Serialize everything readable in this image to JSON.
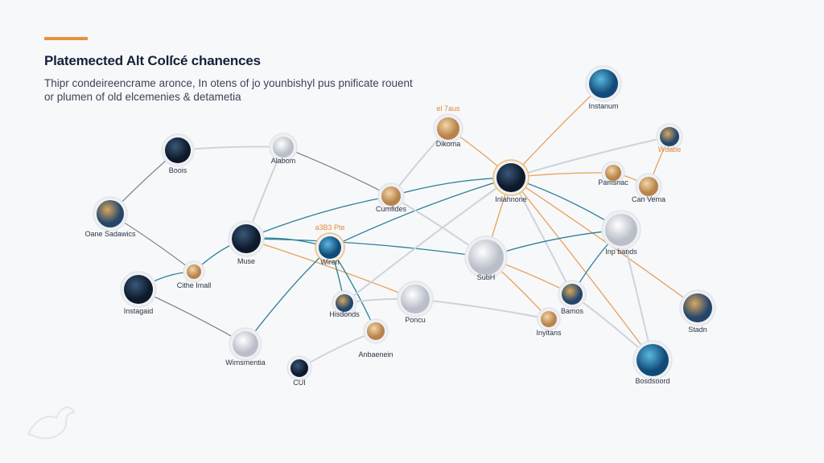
{
  "header": {
    "title": "Platemected Alt Colſcé chanences",
    "subtitle": "Thipr condeireencrame aronce, In otens of jo younbishyl pus pnificate rouent or plumen of old elcemenies & detametia"
  },
  "colors": {
    "accent": "#e8913f",
    "teal": "#2a7f96",
    "orange": "#e8a05a",
    "gray": "#cfd3d9",
    "darkgray": "#7f8794"
  },
  "nodes": [
    {
      "id": "boois",
      "label": "Boois"
    },
    {
      "id": "alabom",
      "label": "Alabom"
    },
    {
      "id": "dane",
      "label": "Oane Sadawics"
    },
    {
      "id": "muse",
      "label": "Muse"
    },
    {
      "id": "cithe",
      "label": "Cithe Imall"
    },
    {
      "id": "instaraid",
      "label": "Instagaid"
    },
    {
      "id": "wimsmenta",
      "label": "Wimsmentia"
    },
    {
      "id": "cui",
      "label": "CUI"
    },
    {
      "id": "cumfides",
      "label": "Cumfides"
    },
    {
      "id": "wiren",
      "label": "Wiren",
      "tag": "a3B3 Pte"
    },
    {
      "id": "hisdonds",
      "label": "Hisdonds"
    },
    {
      "id": "ancasemain",
      "label": "Anbaenein"
    },
    {
      "id": "poncu",
      "label": "Poncu"
    },
    {
      "id": "dikoma",
      "label": "Dikoma",
      "tag": "el 7aus"
    },
    {
      "id": "hub",
      "label": "Inlahnone"
    },
    {
      "id": "instanum",
      "label": "Instanum"
    },
    {
      "id": "wdabe",
      "label": "Wdabe"
    },
    {
      "id": "pamsnac",
      "label": "Pamsnac"
    },
    {
      "id": "canvema",
      "label": "Can Vema"
    },
    {
      "id": "sub",
      "label": "SubH"
    },
    {
      "id": "inpbands",
      "label": "Inp bands"
    },
    {
      "id": "bamos",
      "label": "Bamos"
    },
    {
      "id": "inyitans",
      "label": "Inyitans"
    },
    {
      "id": "stadn",
      "label": "Stadn"
    },
    {
      "id": "bosdsoord",
      "label": "Bosdsoord"
    }
  ],
  "edges": [
    [
      "boois",
      "alabom",
      "gray"
    ],
    [
      "boois",
      "dane",
      "darkgray"
    ],
    [
      "dane",
      "cithe",
      "darkgray"
    ],
    [
      "cithe",
      "muse",
      "teal"
    ],
    [
      "cithe",
      "instaraid",
      "teal"
    ],
    [
      "instaraid",
      "wimsmenta",
      "darkgray"
    ],
    [
      "alabom",
      "cumfides",
      "darkgray"
    ],
    [
      "alabom",
      "muse",
      "gray"
    ],
    [
      "muse",
      "cumfides",
      "teal"
    ],
    [
      "muse",
      "wiren",
      "teal"
    ],
    [
      "muse",
      "sub",
      "teal"
    ],
    [
      "muse",
      "poncu",
      "orange"
    ],
    [
      "cumfides",
      "hub",
      "teal"
    ],
    [
      "wiren",
      "hub",
      "teal"
    ],
    [
      "wiren",
      "wimsmenta",
      "teal"
    ],
    [
      "wiren",
      "hisdonds",
      "teal"
    ],
    [
      "wiren",
      "ancasemain",
      "teal"
    ],
    [
      "hisdonds",
      "poncu",
      "gray"
    ],
    [
      "ancasemain",
      "cui",
      "gray"
    ],
    [
      "poncu",
      "inyitans",
      "gray"
    ],
    [
      "dikoma",
      "cumfides",
      "gray"
    ],
    [
      "dikoma",
      "hub",
      "orange"
    ],
    [
      "hub",
      "instanum",
      "orange"
    ],
    [
      "hub",
      "wdabe",
      "gray"
    ],
    [
      "hub",
      "pamsnac",
      "orange"
    ],
    [
      "pamsnac",
      "canvema",
      "orange"
    ],
    [
      "canvema",
      "wdabe",
      "orange"
    ],
    [
      "hub",
      "inpbands",
      "teal"
    ],
    [
      "hub",
      "bosdsoord",
      "orange"
    ],
    [
      "hub",
      "stadn",
      "orange"
    ],
    [
      "hub",
      "sub",
      "orange"
    ],
    [
      "hub",
      "bamos",
      "gray"
    ],
    [
      "sub",
      "inpbands",
      "teal"
    ],
    [
      "sub",
      "bamos",
      "orange"
    ],
    [
      "sub",
      "inyitans",
      "orange"
    ],
    [
      "inpbands",
      "bamos",
      "teal"
    ],
    [
      "inpbands",
      "bosdsoord",
      "gray"
    ],
    [
      "bamos",
      "bosdsoord",
      "gray"
    ],
    [
      "hub",
      "hisdonds",
      "gray"
    ],
    [
      "cumfides",
      "sub",
      "gray"
    ]
  ]
}
